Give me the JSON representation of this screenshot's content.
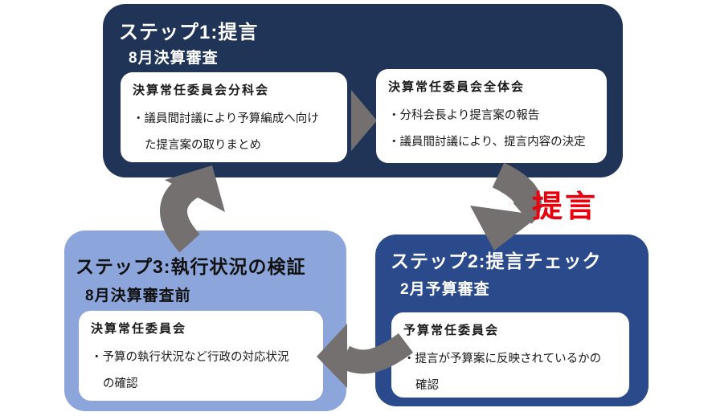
{
  "diagram": {
    "step1": {
      "title": "ステップ1:提言",
      "subtitle": "8月決算審査",
      "cards": [
        {
          "heading": "決算常任委員会分科会",
          "lines": [
            "・議員間討議により予算編成へ向け",
            "た提言案の取りまとめ"
          ]
        },
        {
          "heading": "決算常任委員会全体会",
          "lines": [
            "・分科会長より提言案の報告",
            "・議員間討議により、提言内容の決定"
          ]
        }
      ]
    },
    "step2": {
      "title": "ステップ2:提言チェック",
      "subtitle": "2月予算審査",
      "card": {
        "heading": "予算常任委員会",
        "lines": [
          "・提言が予算案に反映されているかの",
          "確認"
        ]
      }
    },
    "step3": {
      "title": "ステップ3:執行状況の検証",
      "subtitle": "8月決算審査前",
      "card": {
        "heading": "決算常任委員会",
        "lines": [
          "・予算の執行状況など行政の対応状況",
          "の確認"
        ]
      }
    },
    "flow_label": "提言",
    "colors": {
      "step1_bg": "#203457",
      "step2_bg": "#2a4a8b",
      "step3_bg": "#8ca6dc",
      "card_bg": "#ffffff",
      "arrow_gray": "#757070",
      "flow_label_red": "#e8000d",
      "text_light": "#ffffff",
      "text_dark": "#1a1a1a"
    }
  }
}
